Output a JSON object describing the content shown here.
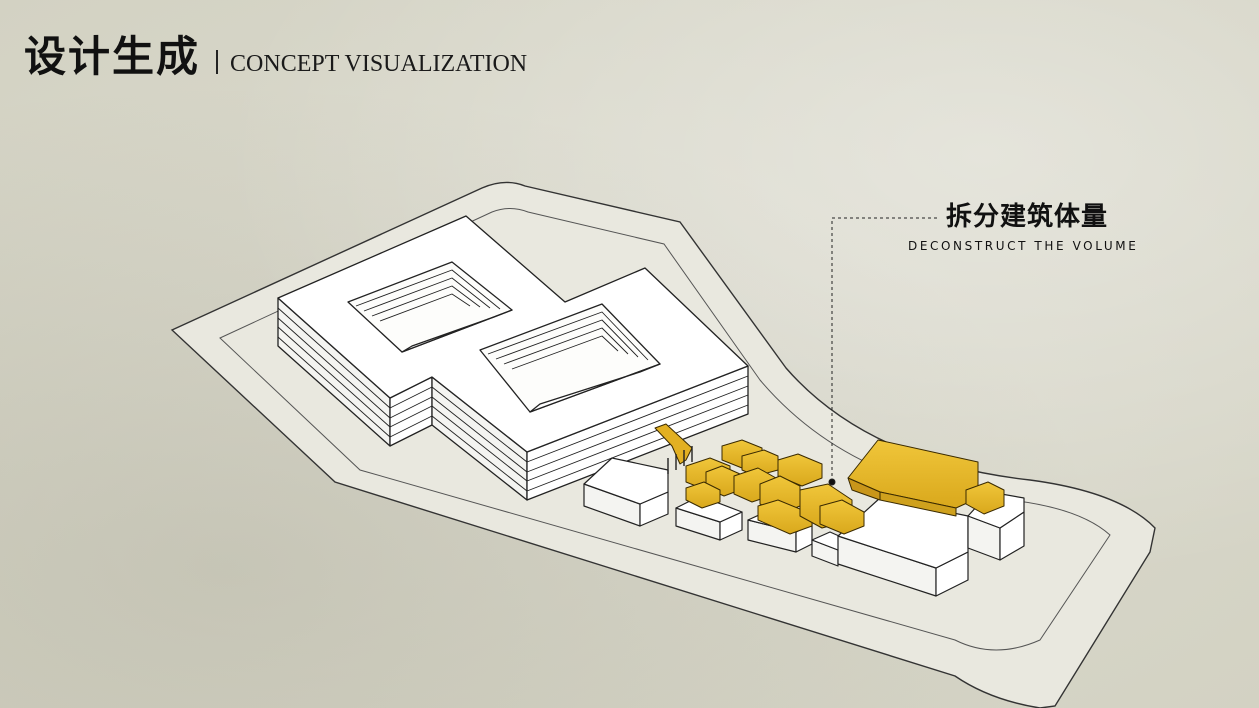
{
  "header": {
    "title_cn": "设计生成",
    "title_en": "CONCEPT VISUALIZATION"
  },
  "annotation": {
    "label_cn": "拆分建筑体量",
    "label_en": "DECONSTRUCT THE VOLUME"
  },
  "colors": {
    "background": "#d9d8cb",
    "site": "#ecebe3",
    "building": "#ffffff",
    "highlight": "#e8b92a",
    "outline": "#222222"
  }
}
